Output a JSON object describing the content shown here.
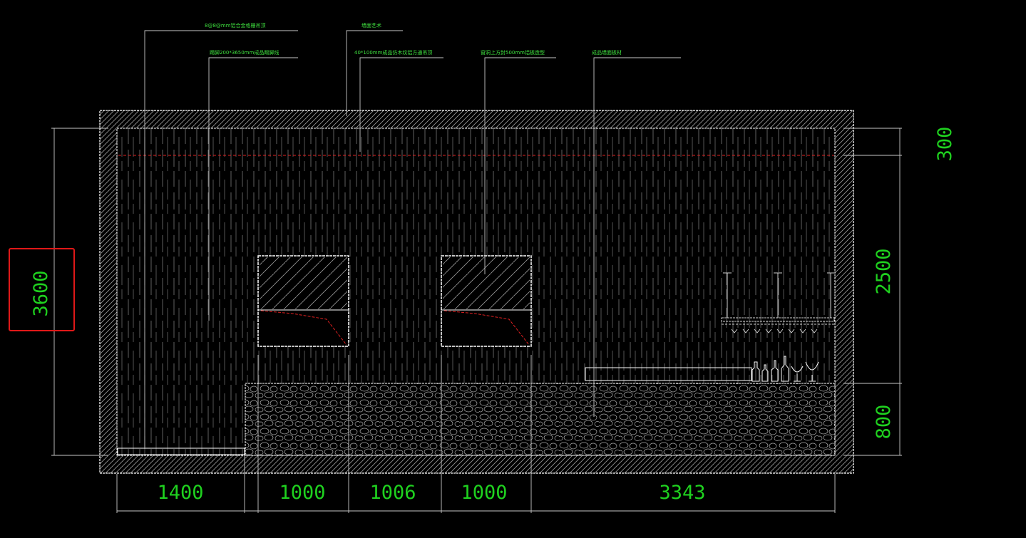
{
  "colors": {
    "background": "#000000",
    "line": "#ffffff",
    "hatch": "#9a9a9a",
    "dimension_text": "#1fd11f",
    "note_text": "#3fe03f",
    "red_dash": "#e02020",
    "highlight_box": "#e01818"
  },
  "dimensions": {
    "bottom": [
      "1400",
      "1000",
      "1006",
      "1000",
      "3343"
    ],
    "right": [
      "300",
      "2500",
      "800"
    ],
    "left": "3600"
  },
  "annotations": [
    "8@8@mm铝合金格栅吊顶",
    "踢脚200*3650mm成品踢脚线",
    "墙面艺术",
    "40*100mm成品仿木纹铝方通吊顶",
    "窗洞上方封500mm铝板造型",
    "成品墙面板材"
  ],
  "highlight": {
    "label": "3600",
    "marker": "red-outline"
  }
}
